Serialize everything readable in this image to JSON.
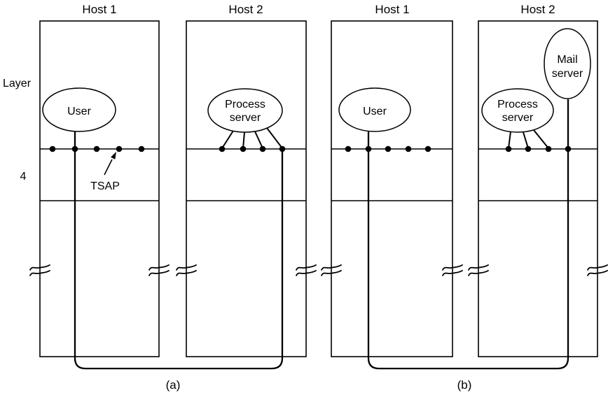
{
  "figure": {
    "background_color": "#ffffff",
    "ink_color": "#000000",
    "layer_label": "Layer",
    "layer_number": "4",
    "tsap_label": "TSAP"
  },
  "panel_a": {
    "caption": "(a)",
    "host1": {
      "title": "Host 1",
      "entity": "User",
      "tsap_dot_count": 5
    },
    "host2": {
      "title": "Host 2",
      "entity_line1": "Process",
      "entity_line2": "server",
      "tsap_dot_count": 4
    }
  },
  "panel_b": {
    "caption": "(b)",
    "host1": {
      "title": "Host 1",
      "entity": "User",
      "tsap_dot_count": 5
    },
    "host2": {
      "title": "Host 2",
      "process_line1": "Process",
      "process_line2": "server",
      "mail_line1": "Mail",
      "mail_line2": "server",
      "tsap_dot_count": 4
    }
  }
}
